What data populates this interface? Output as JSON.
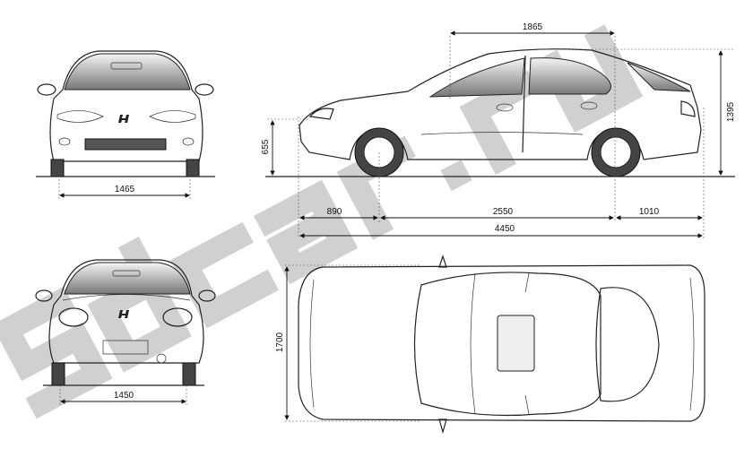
{
  "watermark": "sdcar.ru",
  "views": {
    "front": {
      "width_label": "1465"
    },
    "rear": {
      "width_label": "1450"
    },
    "side": {
      "cabin_length_label": "1865",
      "height_label": "1395",
      "headlight_height_label": "655",
      "front_overhang_label": "890",
      "wheelbase_label": "2550",
      "rear_overhang_label": "1010",
      "overall_length_label": "4450"
    },
    "top": {
      "overall_width_label": "1700"
    }
  },
  "colors": {
    "line": "#222222",
    "watermark": "#c8c8c8",
    "background": "#ffffff"
  }
}
